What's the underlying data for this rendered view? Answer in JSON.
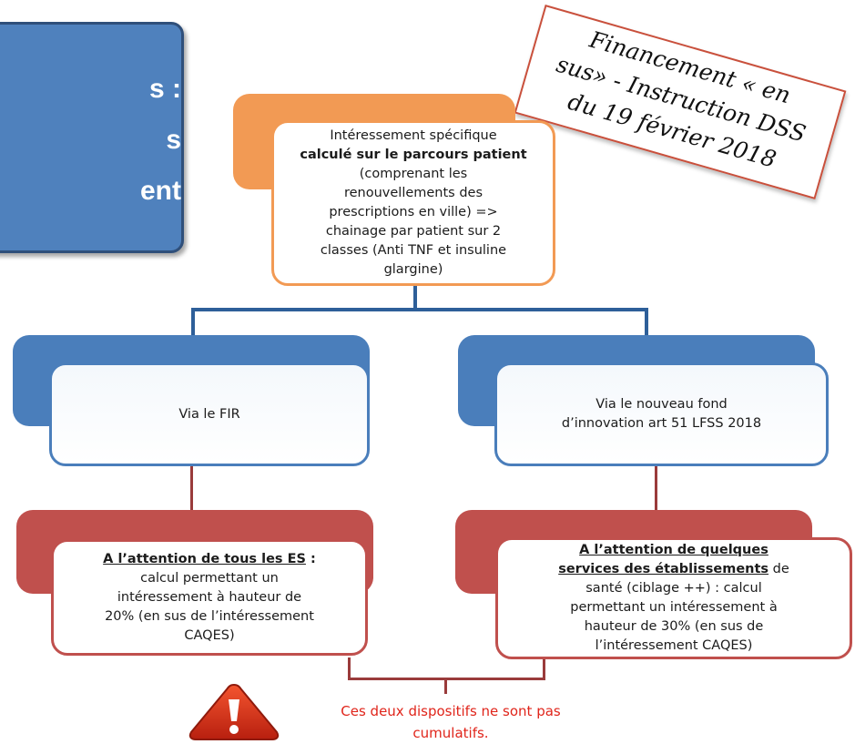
{
  "title_box": {
    "lines": [
      "s :",
      "s",
      "ent"
    ],
    "color": "#4f81bd"
  },
  "note": {
    "lines": [
      "Financement « en",
      "sus» - Instruction DSS",
      "du 19 février 2018"
    ],
    "border_color": "#c9503c"
  },
  "top_box": {
    "line1": "Intéressement spécifique",
    "line2": "calculé sur le parcours  patient",
    "line3": "(comprenant les",
    "line4": "renouvellements des",
    "line5": "prescriptions en ville) =>",
    "line6": "chainage par patient sur 2",
    "line7": "classes  (Anti TNF et insuline",
    "line8": "glargine)"
  },
  "left_mid": {
    "label": "Via le FIR"
  },
  "right_mid": {
    "line1": "Via le nouveau fond",
    "line2": "d’innovation art 51 LFSS 2018"
  },
  "left_bottom": {
    "heading": "A l’attention de tous les ES",
    "heading_suffix": " :",
    "line1": "calcul permettant un",
    "line2": "intéressement à hauteur de",
    "line3": "20% (en sus de l’intéressement",
    "line4": "CAQES)"
  },
  "right_bottom": {
    "heading1": "A l’attention de quelques",
    "heading2": "services des établissements",
    "heading2_suffix": " de",
    "line1": "santé (ciblage ++) : calcul",
    "line2": "permettant un intéressement à",
    "line3": "hauteur de 30% (en sus de",
    "line4": "l’intéressement CAQES)"
  },
  "warning": {
    "line1": "Ces deux dispositifs ne sont pas",
    "line2": "cumulatifs.",
    "icon": "warning-icon",
    "color": "#e0251b"
  },
  "colors": {
    "orange": "#f29a54",
    "blue": "#4a7ebb",
    "red": "#c0504d"
  }
}
